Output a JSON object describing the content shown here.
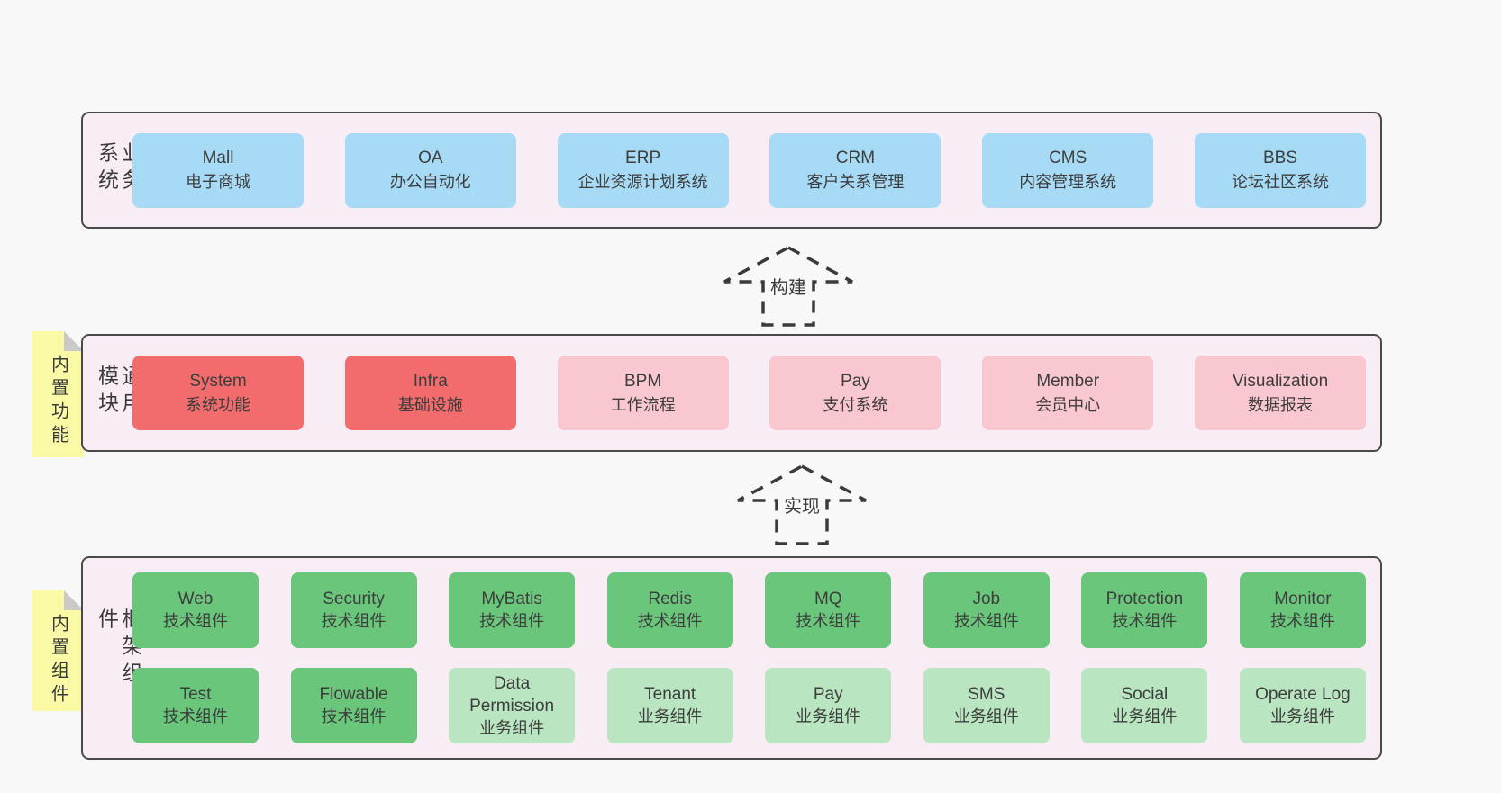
{
  "colors": {
    "page_bg": "#f8f8f8",
    "panel_bg": "#f9edf5",
    "panel_border": "#4a4a4a",
    "blue_box": "#a6daf5",
    "red_box": "#f36c6d",
    "pink_box": "#f9c7cf",
    "green_box": "#69c67a",
    "light_green_box": "#b9e5c1",
    "sticky_note": "#fafaa6",
    "note_fold": "#c9c9c9",
    "text": "#3d3d3d"
  },
  "arrows": [
    {
      "label": "构建"
    },
    {
      "label": "实现"
    }
  ],
  "layers": [
    {
      "label": "业务系统",
      "boxes": [
        {
          "title": "Mall",
          "subtitle": "电子商城",
          "variant": "blue"
        },
        {
          "title": "OA",
          "subtitle": "办公自动化",
          "variant": "blue"
        },
        {
          "title": "ERP",
          "subtitle": "企业资源计划系统",
          "variant": "blue"
        },
        {
          "title": "CRM",
          "subtitle": "客户关系管理",
          "variant": "blue"
        },
        {
          "title": "CMS",
          "subtitle": "内容管理系统",
          "variant": "blue"
        },
        {
          "title": "BBS",
          "subtitle": "论坛社区系统",
          "variant": "blue"
        }
      ]
    },
    {
      "label": "通用模块",
      "note": "内置功能",
      "boxes": [
        {
          "title": "System",
          "subtitle": "系统功能",
          "variant": "red"
        },
        {
          "title": "Infra",
          "subtitle": "基础设施",
          "variant": "red"
        },
        {
          "title": "BPM",
          "subtitle": "工作流程",
          "variant": "pink"
        },
        {
          "title": "Pay",
          "subtitle": "支付系统",
          "variant": "pink"
        },
        {
          "title": "Member",
          "subtitle": "会员中心",
          "variant": "pink"
        },
        {
          "title": "Visualization",
          "subtitle": "数据报表",
          "variant": "pink"
        }
      ]
    },
    {
      "label": "框架组件",
      "note": "内置组件",
      "rows": [
        [
          {
            "title": "Web",
            "subtitle": "技术组件",
            "variant": "green"
          },
          {
            "title": "Security",
            "subtitle": "技术组件",
            "variant": "green"
          },
          {
            "title": "MyBatis",
            "subtitle": "技术组件",
            "variant": "green"
          },
          {
            "title": "Redis",
            "subtitle": "技术组件",
            "variant": "green"
          },
          {
            "title": "MQ",
            "subtitle": "技术组件",
            "variant": "green"
          },
          {
            "title": "Job",
            "subtitle": "技术组件",
            "variant": "green"
          },
          {
            "title": "Protection",
            "subtitle": "技术组件",
            "variant": "green"
          },
          {
            "title": "Monitor",
            "subtitle": "技术组件",
            "variant": "green"
          }
        ],
        [
          {
            "title": "Test",
            "subtitle": "技术组件",
            "variant": "green"
          },
          {
            "title": "Flowable",
            "subtitle": "技术组件",
            "variant": "green"
          },
          {
            "title": "Data Permission",
            "subtitle": "业务组件",
            "variant": "lightgreen"
          },
          {
            "title": "Tenant",
            "subtitle": "业务组件",
            "variant": "lightgreen"
          },
          {
            "title": "Pay",
            "subtitle": "业务组件",
            "variant": "lightgreen"
          },
          {
            "title": "SMS",
            "subtitle": "业务组件",
            "variant": "lightgreen"
          },
          {
            "title": "Social",
            "subtitle": "业务组件",
            "variant": "lightgreen"
          },
          {
            "title": "Operate Log",
            "subtitle": "业务组件",
            "variant": "lightgreen"
          }
        ]
      ]
    }
  ]
}
